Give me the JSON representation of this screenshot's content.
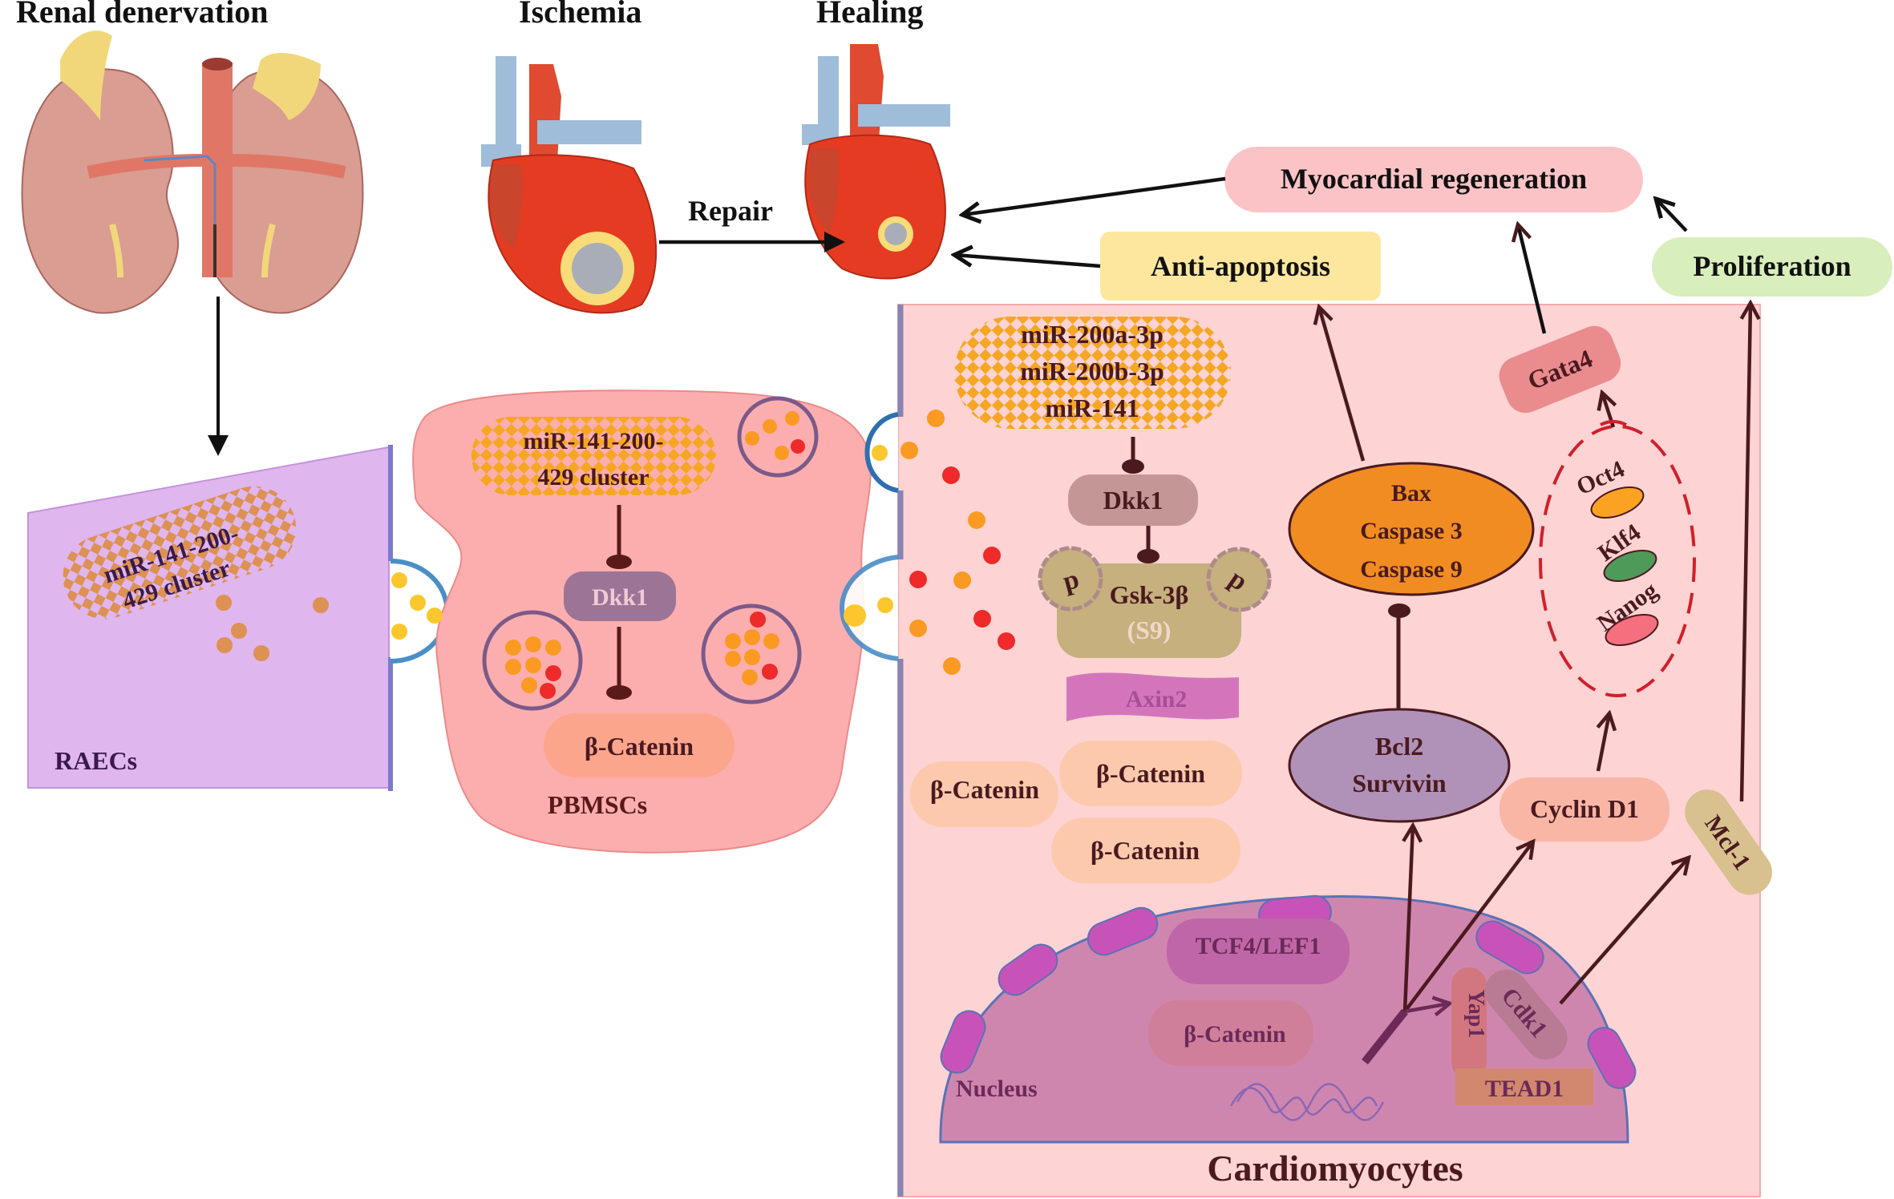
{
  "titles": {
    "renal_denervation": "Renal denervation",
    "ischemia": "Ischemia",
    "healing": "Healing",
    "repair": "Repair"
  },
  "outcomes": {
    "myocardial_regeneration": "Myocardial regeneration",
    "anti_apoptosis": "Anti-apoptosis",
    "proliferation": "Proliferation"
  },
  "raecs": {
    "label": "RAECs",
    "mirna_line1": "miR-141-200-",
    "mirna_line2": "429 cluster"
  },
  "pbmscs": {
    "label": "PBMSCs",
    "mirna_line1": "miR-141-200-",
    "mirna_line2": "429 cluster",
    "dkk1": "Dkk1",
    "beta_catenin": "β-Catenin"
  },
  "cardiomyocytes": {
    "label": "Cardiomyocytes",
    "mirnas": [
      "miR-200a-3p",
      "miR-200b-3p",
      "miR-141"
    ],
    "dkk1": "Dkk1",
    "gsk": "Gsk-3β",
    "gsk_site": "(S9)",
    "phospho": "p",
    "axin2": "Axin2",
    "beta_catenin_boxes": [
      "β-Catenin",
      "β-Catenin",
      "β-Catenin"
    ],
    "apoptotic": [
      "Bax",
      "Caspase 3",
      "Caspase 9"
    ],
    "anti_apoptotic": [
      "Bcl2",
      "Survivin"
    ],
    "gata4": "Gata4",
    "pluripotency": [
      "Oct4",
      "Klf4",
      "Nanog"
    ],
    "cyclin_d1": "Cyclin D1",
    "mcl1": "Mcl-1",
    "nucleus": {
      "label": "Nucleus",
      "tcf": "TCF4/LEF1",
      "beta_catenin": "β-Catenin",
      "yap1": "Yap1",
      "cdk1": "Cdk1",
      "tead1": "TEAD1"
    }
  },
  "colors": {
    "raecs_fill": "#dfb6ee",
    "pbmscs_fill": "#fcaeae",
    "cardio_fill": "#fdd3d4",
    "nucleus_fill": "#cf86ae",
    "membrane": "#4a8ec8",
    "mirna_pattern": "#f5a623",
    "exosome_yellow": "#fcc72c",
    "exosome_orange": "#fb9a22",
    "exosome_red": "#ee2a2a",
    "inhibit": "#4a1a1f",
    "myocardial": "#fcc3c6",
    "anti_apoptosis": "#fde79e",
    "proliferation": "#d8eebc"
  }
}
